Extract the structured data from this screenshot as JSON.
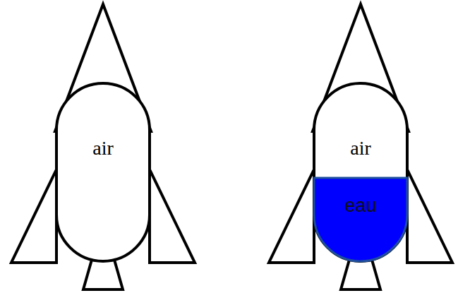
{
  "diagram": {
    "nodes": [
      {
        "text": [
          "air"
        ]
      },
      {
        "text": [
          "air"
        ]
      },
      {
        "text": [
          "eau"
        ],
        "in": 1
      }
    ]
  }
}
